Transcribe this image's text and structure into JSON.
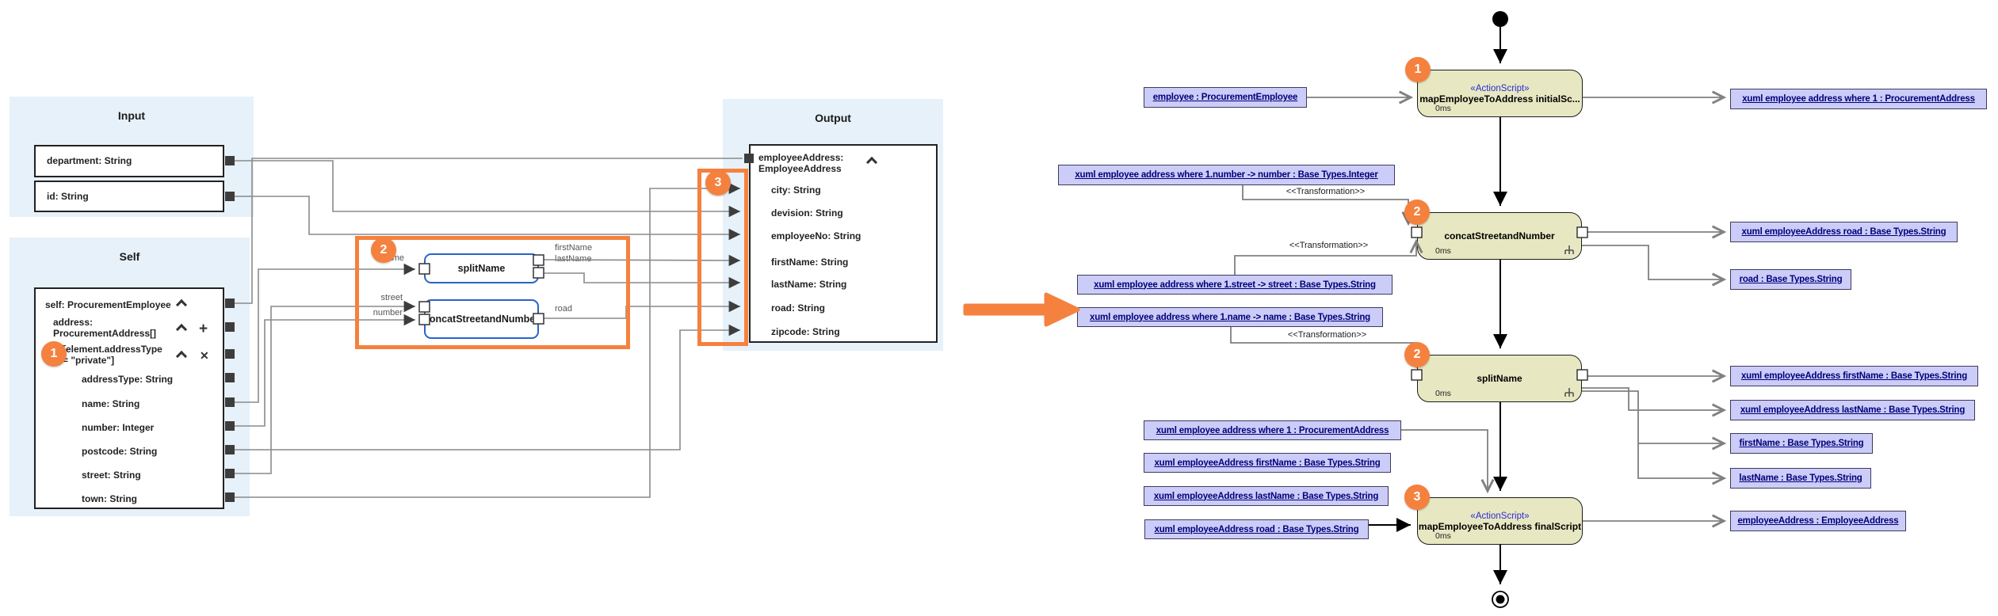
{
  "colors": {
    "accent_orange": "#f5813e",
    "panel_blue": "#e7f1f9",
    "function_border_blue": "#2a63c6",
    "node_fill": "#e7e7c2",
    "object_box_fill": "#ccccf8",
    "object_text_navy": "#00007a",
    "stereotype_blue": "#2b2bd6",
    "wire_gray": "#8a8a8a"
  },
  "left": {
    "badge1": "1",
    "badge2": "2",
    "badge3": "3",
    "icons": {
      "plus": "+",
      "close": "✕"
    },
    "input": {
      "title": "Input",
      "field_department": "department: String",
      "field_id": "id: String"
    },
    "self": {
      "title": "Self",
      "row_self": "self: ProcurementEmployee",
      "row_address": "address:\nProcurementAddress[]",
      "row_filter": "[element.addressType\n= \"private\"]",
      "row_addressType": "addressType: String",
      "row_name": "name: String",
      "row_number": "number: Integer",
      "row_postcode": "postcode: String",
      "row_street": "street: String",
      "row_town": "town: String"
    },
    "output": {
      "title": "Output",
      "row_root": "employeeAddress:\nEmployeeAddress",
      "row_city": "city: String",
      "row_devision": "devision: String",
      "row_employeeNo": "employeeNo: String",
      "row_firstName": "firstName: String",
      "row_lastName": "lastName: String",
      "row_road": "road: String",
      "row_zipcode": "zipcode: String"
    },
    "fn_split": "splitName",
    "fn_concat": "concatStreetandNumber",
    "labels": {
      "name": "name",
      "street": "street",
      "number": "number",
      "firstName": "firstName",
      "lastName": "lastName",
      "road": "road"
    }
  },
  "right": {
    "badge1": "1",
    "badge2a": "2",
    "badge2b": "2",
    "badge3": "3",
    "transformation": "<<Transformation>>",
    "node_initial": {
      "stereotype": "«ActionScript»",
      "name": "mapEmployeeToAddress initialSc...",
      "duration": "0ms"
    },
    "node_concat": {
      "name": "concatStreetandNumber",
      "duration": "0ms"
    },
    "node_split": {
      "name": "splitName",
      "duration": "0ms"
    },
    "node_final": {
      "stereotype": "«ActionScript»",
      "name": "mapEmployeeToAddress finalScript",
      "duration": "0ms"
    },
    "obj_employee": "employee : ProcurementEmployee",
    "obj_where1_top": "xuml employee address where 1 : ProcurementAddress",
    "obj_number": "xuml employee address where 1.number -> number : Base Types.Integer",
    "obj_street": "xuml employee address where 1.street -> street : Base Types.String",
    "obj_name": "xuml employee address where 1.name -> name : Base Types.String",
    "obj_road_xuml": "xuml employeeAddress road : Base Types.String",
    "obj_road": "road : Base Types.String",
    "obj_firstName_xuml": "xuml employeeAddress firstName : Base Types.String",
    "obj_lastName_xuml": "xuml employeeAddress lastName : Base Types.String",
    "obj_firstName": "firstName : Base Types.String",
    "obj_lastName": "lastName : Base Types.String",
    "obj_where1_bottom": "xuml employee address where 1 : ProcurementAddress",
    "obj_firstName_bottom": "xuml employeeAddress firstName : Base Types.String",
    "obj_lastName_bottom": "xuml employeeAddress lastName : Base Types.String",
    "obj_road_bottom": "xuml employeeAddress road : Base Types.String",
    "obj_employeeAddress": "employeeAddress : EmployeeAddress"
  }
}
